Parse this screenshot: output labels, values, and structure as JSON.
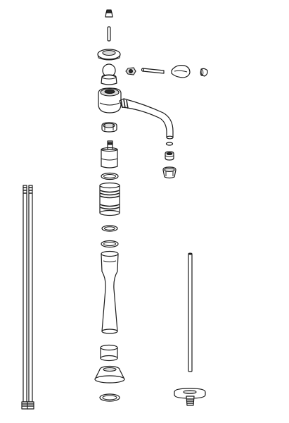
{
  "diagram": {
    "type": "exploded-assembly",
    "background": "#ffffff",
    "line_color": "#1a1a1a",
    "parts": [
      {
        "name": "set-screw"
      },
      {
        "name": "pin"
      },
      {
        "name": "decorative-cap"
      },
      {
        "name": "ball-knob"
      },
      {
        "name": "lever-screw-nut"
      },
      {
        "name": "lever-rod"
      },
      {
        "name": "lever-handle"
      },
      {
        "name": "lever-end-cap"
      },
      {
        "name": "faucet-body"
      },
      {
        "name": "spout"
      },
      {
        "name": "cartridge-nut"
      },
      {
        "name": "aerator-seal"
      },
      {
        "name": "aerator-insert"
      },
      {
        "name": "aerator-housing"
      },
      {
        "name": "cartridge"
      },
      {
        "name": "o-ring"
      },
      {
        "name": "threaded-sleeve"
      },
      {
        "name": "body-column"
      },
      {
        "name": "base-ring"
      },
      {
        "name": "base-flange"
      },
      {
        "name": "base-gasket"
      },
      {
        "name": "supply-hoses"
      },
      {
        "name": "mounting-stud"
      },
      {
        "name": "mounting-nut"
      }
    ]
  }
}
